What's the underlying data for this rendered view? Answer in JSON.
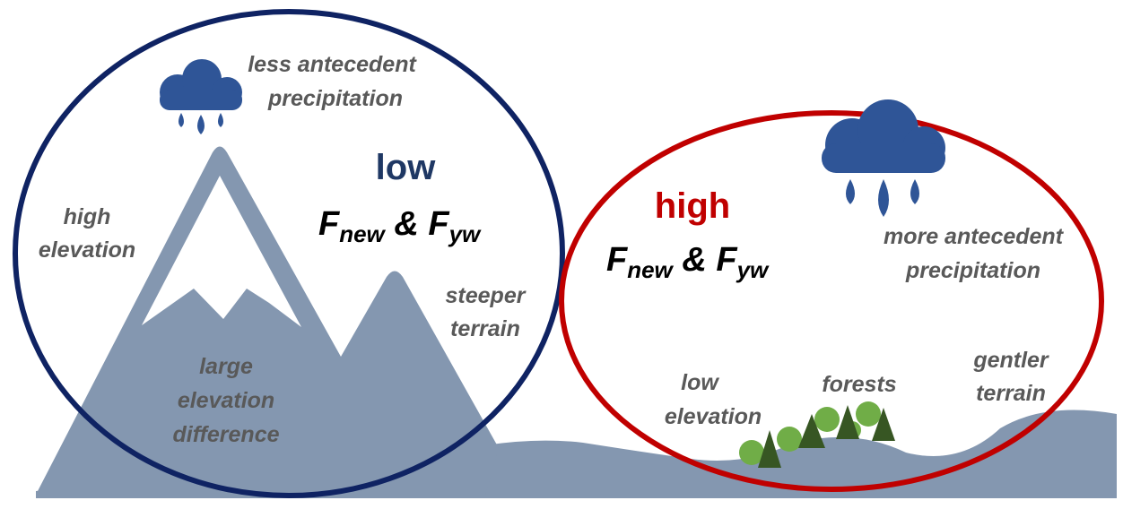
{
  "colors": {
    "low_circle": "#0f2363",
    "high_circle": "#c00000",
    "mountain": "#8497b0",
    "cloud": "#2f5597",
    "label_gray": "#595959",
    "low_text": "#1f3864",
    "high_text": "#c00000",
    "tree_light": "#70ad47",
    "tree_dark": "#375623"
  },
  "low_panel": {
    "headline": "low",
    "metric_f": "F",
    "metric_new": "new",
    "metric_and": " & ",
    "metric_yw": "yw",
    "precip_line1": "less antecedent",
    "precip_line2": "precipitation",
    "elev_line1": "high",
    "elev_line2": "elevation",
    "terrain_line1": "steeper",
    "terrain_line2": "terrain",
    "diff_line1": "large",
    "diff_line2": "elevation",
    "diff_line3": "difference"
  },
  "high_panel": {
    "headline": "high",
    "metric_f": "F",
    "metric_new": "new",
    "metric_and": " & ",
    "metric_yw": "yw",
    "precip_line1": "more antecedent",
    "precip_line2": "precipitation",
    "elev_line1": "low",
    "elev_line2": "elevation",
    "forest": "forests",
    "terrain_line1": "gentler",
    "terrain_line2": "terrain"
  }
}
